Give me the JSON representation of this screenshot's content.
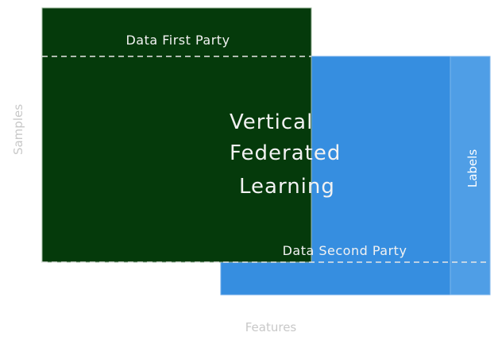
{
  "diagram": {
    "title_lines": [
      "Vertical",
      "Federated",
      "Learning"
    ],
    "first_party_label": "Data First Party",
    "second_party_label": "Data Second Party",
    "labels_label": "Labels",
    "samples_label": "Samples",
    "features_label": "Features"
  },
  "colors": {
    "first_party": "#053a0b",
    "second_party": "#368ee0",
    "labels_block": "#4f9ee6",
    "text_light": "#f2f2f2",
    "axis_text": "#c8c8c8",
    "dashed_line": "#e6e6e6"
  }
}
